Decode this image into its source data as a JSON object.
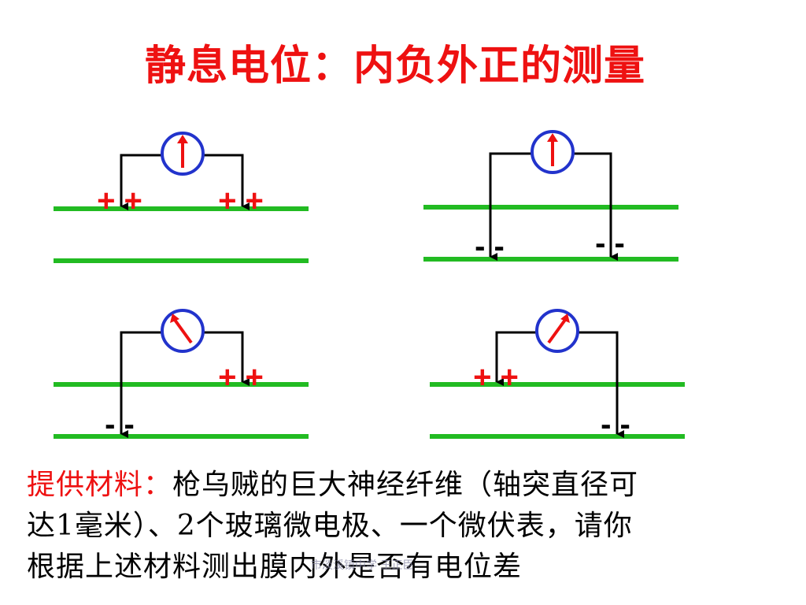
{
  "title": "静息电位：内负外正的测量",
  "colors": {
    "title": "#ee1111",
    "membrane": "#22bb22",
    "charge_positive": "#ee1111",
    "charge_negative": "#000000",
    "meter_ring": "#2233cc",
    "meter_needle": "#ee1111",
    "wire": "#000000"
  },
  "panels": [
    {
      "name": "top-left",
      "electrode_left": "outside",
      "electrode_right": "outside",
      "needle": "center",
      "charges_left": "+ +",
      "charges_right": "+ +"
    },
    {
      "name": "top-right",
      "electrode_left": "inside",
      "electrode_right": "inside",
      "needle": "center",
      "charges_left": "- -",
      "charges_right": "- -"
    },
    {
      "name": "bottom-left",
      "electrode_left": "inside",
      "electrode_right": "outside",
      "needle": "left",
      "charges_left": "- -",
      "charges_right": "+ +"
    },
    {
      "name": "bottom-right",
      "electrode_left": "outside",
      "electrode_right": "inside",
      "needle": "right",
      "charges_left": "+ +",
      "charges_right": "- -"
    }
  ],
  "materials": {
    "label": "提供材料：",
    "line1": "枪乌贼的巨大神经纤维（轴突直径可",
    "line2": "达1毫米）、2个玻璃微电极、一个微伏表，请你",
    "line3": "根据上述材料测出膜内外是否有电位差"
  },
  "watermark": "市淡溪镇中学 王正臣"
}
